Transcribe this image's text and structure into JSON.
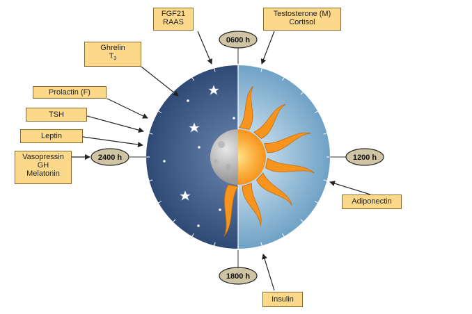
{
  "time_labels": {
    "t0600": "0600 h",
    "t1200": "1200 h",
    "t1800": "1800 h",
    "t2400": "2400 h"
  },
  "hormones": {
    "fgf21": "FGF21",
    "raas": "RAAS",
    "testosterone": "Testosterone (M)",
    "cortisol": "Cortisol",
    "ghrelin": "Ghrelin",
    "t3_base": "T",
    "t3_sub": "3",
    "prolactin": "Prolactin (F)",
    "tsh": "TSH",
    "leptin": "Leptin",
    "vasopressin": "Vasopressin",
    "gh": "GH",
    "melatonin": "Melatonin",
    "adiponectin": "Adiponectin",
    "insulin": "Insulin"
  },
  "colors": {
    "night_edge": "#2e4a75",
    "night_center": "#6b88b3",
    "day_edge": "#6fa2c6",
    "day_center": "#e2eff7",
    "sun_core": "#f7941d",
    "sun_highlight": "#ffe48a",
    "moon": "#bfbfbf",
    "label_box": "#fbd88a",
    "time_pill": "#cfc5a5"
  }
}
